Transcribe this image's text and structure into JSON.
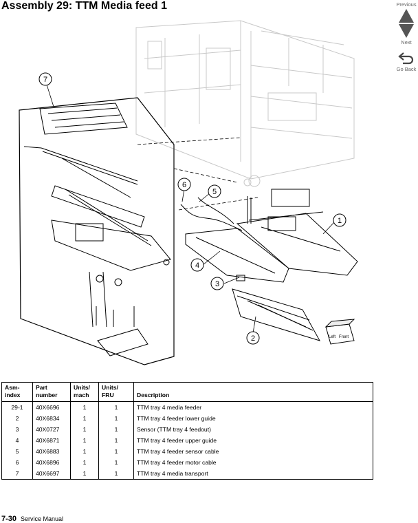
{
  "page": {
    "title": "Assembly 29:  TTM Media feed 1"
  },
  "nav": {
    "previous": "Previous",
    "next": "Next",
    "go_back": "Go Back"
  },
  "diagram": {
    "callouts": [
      "1",
      "2",
      "3",
      "4",
      "5",
      "6",
      "7"
    ],
    "orientation_box": {
      "left": "Left",
      "front": "Front"
    }
  },
  "table": {
    "headers": [
      "Asm-\nindex",
      "Part\nnumber",
      "Units/\nmach",
      "Units/\nFRU",
      "Description"
    ],
    "rows": [
      {
        "index": "29-1",
        "part": "40X6696",
        "mach": "1",
        "fru": "1",
        "desc": "TTM tray 4 media feeder"
      },
      {
        "index": "2",
        "part": "40X6834",
        "mach": "1",
        "fru": "1",
        "desc": "TTM tray 4 feeder lower guide"
      },
      {
        "index": "3",
        "part": "40X0727",
        "mach": "1",
        "fru": "1",
        "desc": "Sensor (TTM tray 4 feedout)"
      },
      {
        "index": "4",
        "part": "40X6871",
        "mach": "1",
        "fru": "1",
        "desc": "TTM tray 4 feeder upper guide"
      },
      {
        "index": "5",
        "part": "40X6883",
        "mach": "1",
        "fru": "1",
        "desc": "TTM tray 4 feeder sensor cable"
      },
      {
        "index": "6",
        "part": "40X6896",
        "mach": "1",
        "fru": "1",
        "desc": "TTM tray 4 feeder motor cable"
      },
      {
        "index": "7",
        "part": "40X6697",
        "mach": "1",
        "fru": "1",
        "desc": "TTM tray 4 media transport"
      }
    ]
  },
  "footer": {
    "page_number": "7-30",
    "manual": "Service Manual"
  }
}
